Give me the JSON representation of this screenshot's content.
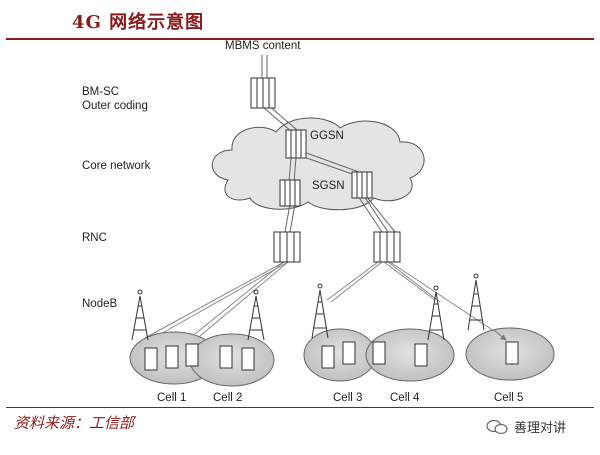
{
  "title": "4G 网络示意图",
  "source": "资料来源：工信部",
  "watermark": "善理对讲",
  "labels": {
    "mbms": "MBMS content",
    "bmsc_1": "BM-SC",
    "bmsc_2": "Outer coding",
    "core": "Core network",
    "ggsn": "GGSN",
    "sgsn": "SGSN",
    "rnc": "RNC",
    "nodeb": "NodeB"
  },
  "cells": [
    "Cell 1",
    "Cell 2",
    "Cell 3",
    "Cell 4",
    "Cell 5"
  ]
}
